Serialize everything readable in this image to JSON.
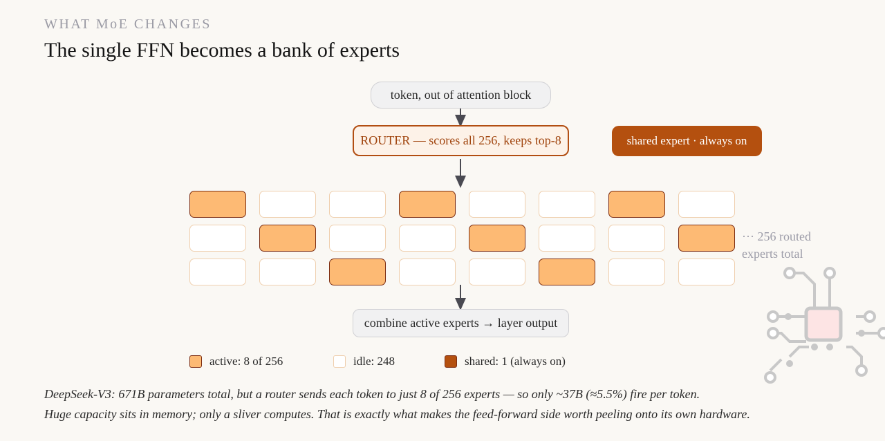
{
  "header": {
    "eyebrow": "WHAT MoE CHANGES",
    "title": "The single FFN becomes a bank of experts"
  },
  "diagram": {
    "input_label": "token, out of attention block",
    "router_label": "ROUTER — scores all 256, keeps top-8",
    "shared_label": "shared expert · always on",
    "combine_label": "combine active experts → layer output",
    "routed_note": "··· 256 routed experts total",
    "grid": [
      [
        true,
        false,
        false,
        true,
        false,
        false,
        true,
        false
      ],
      [
        false,
        true,
        false,
        false,
        true,
        false,
        false,
        true
      ],
      [
        false,
        false,
        true,
        false,
        false,
        true,
        false,
        false
      ]
    ],
    "colors": {
      "active_fill": "#fdba74",
      "active_border": "#7c2d12",
      "idle_fill": "#ffffff",
      "idle_border": "#efcfae",
      "shared_fill": "#b4500f",
      "router_border": "#b24e12"
    },
    "decoration_icon": "circuit-chip-icon"
  },
  "legend": {
    "active": "active: 8 of 256",
    "idle": "idle: 248",
    "shared": "shared: 1 (always on)"
  },
  "caption": {
    "line1": "DeepSeek-V3: 671B parameters total, but a router sends each token to just 8 of 256 experts — so only ~37B (≈5.5%) fire per token.",
    "line2": "Huge capacity sits in memory; only a sliver computes. That is exactly what makes the feed-forward side worth peeling onto its own hardware."
  }
}
